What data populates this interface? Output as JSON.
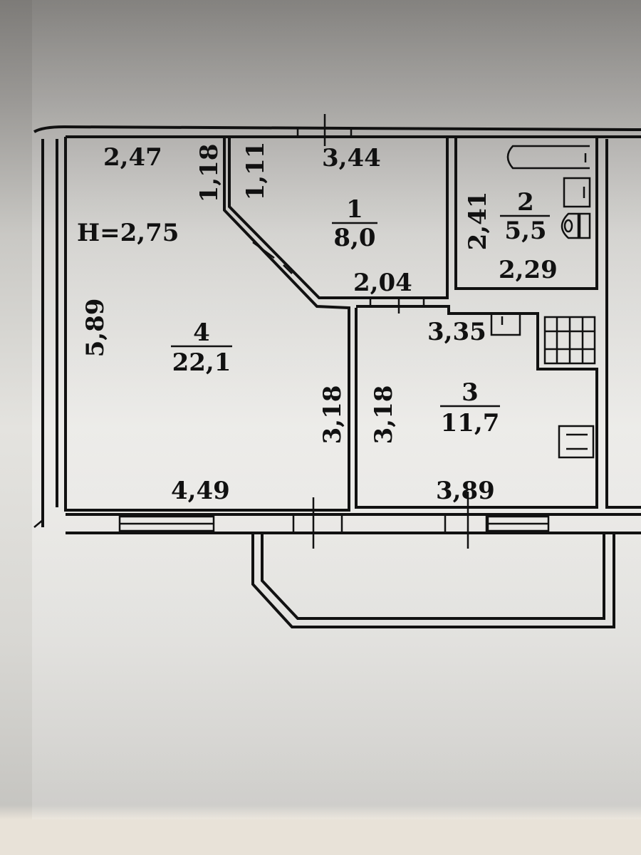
{
  "plan": {
    "ceiling_height": "H=2,75",
    "rooms": [
      {
        "number": "1",
        "area": "8,0"
      },
      {
        "number": "2",
        "area": "5,5"
      },
      {
        "number": "3",
        "area": "11,7"
      },
      {
        "number": "4",
        "area": "22,1"
      }
    ],
    "dimensions": {
      "room4_top": "2,47",
      "room4_left": "5,89",
      "room4_bottom": "4,49",
      "room4_right": "3,18",
      "diag_left": "1,18",
      "room1_left": "1,11",
      "room1_top": "3,44",
      "room1_bottom": "2,04",
      "room2_left": "2,41",
      "room2_bottom": "2,29",
      "room3_top": "3,35",
      "room3_left": "3,18",
      "room3_bottom": "3,89"
    }
  }
}
